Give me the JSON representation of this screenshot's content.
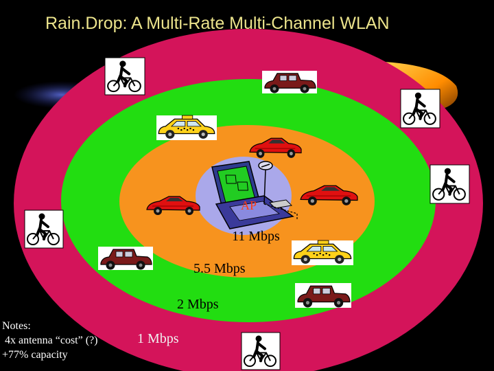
{
  "title": "Rain.Drop: A Multi-Rate Multi-Channel WLAN",
  "colors": {
    "background": "#000000",
    "title_text": "#ece48c",
    "ring_1mbps": "#d4145a",
    "ring_2mbps": "#22dd11",
    "ring_5_5mbps": "#f7931e",
    "ring_11mbps": "#aaa8ea",
    "ap_label": "#ff3a12"
  },
  "rings": [
    {
      "label": "11 Mbps"
    },
    {
      "label": "5.5 Mbps"
    },
    {
      "label": "2 Mbps"
    },
    {
      "label": "1 Mbps"
    }
  ],
  "access_point": {
    "label": "AP",
    "icon": "laptop-icon"
  },
  "icons": {
    "bicycle": "cyclist-icon",
    "vintage_car": "vintage-car-icon",
    "taxi": "taxi-icon",
    "sports_car": "sports-car-icon"
  },
  "notes": {
    "heading": "Notes:",
    "lines": [
      " 4x antenna “cost” (?)",
      "+77% capacity"
    ]
  }
}
